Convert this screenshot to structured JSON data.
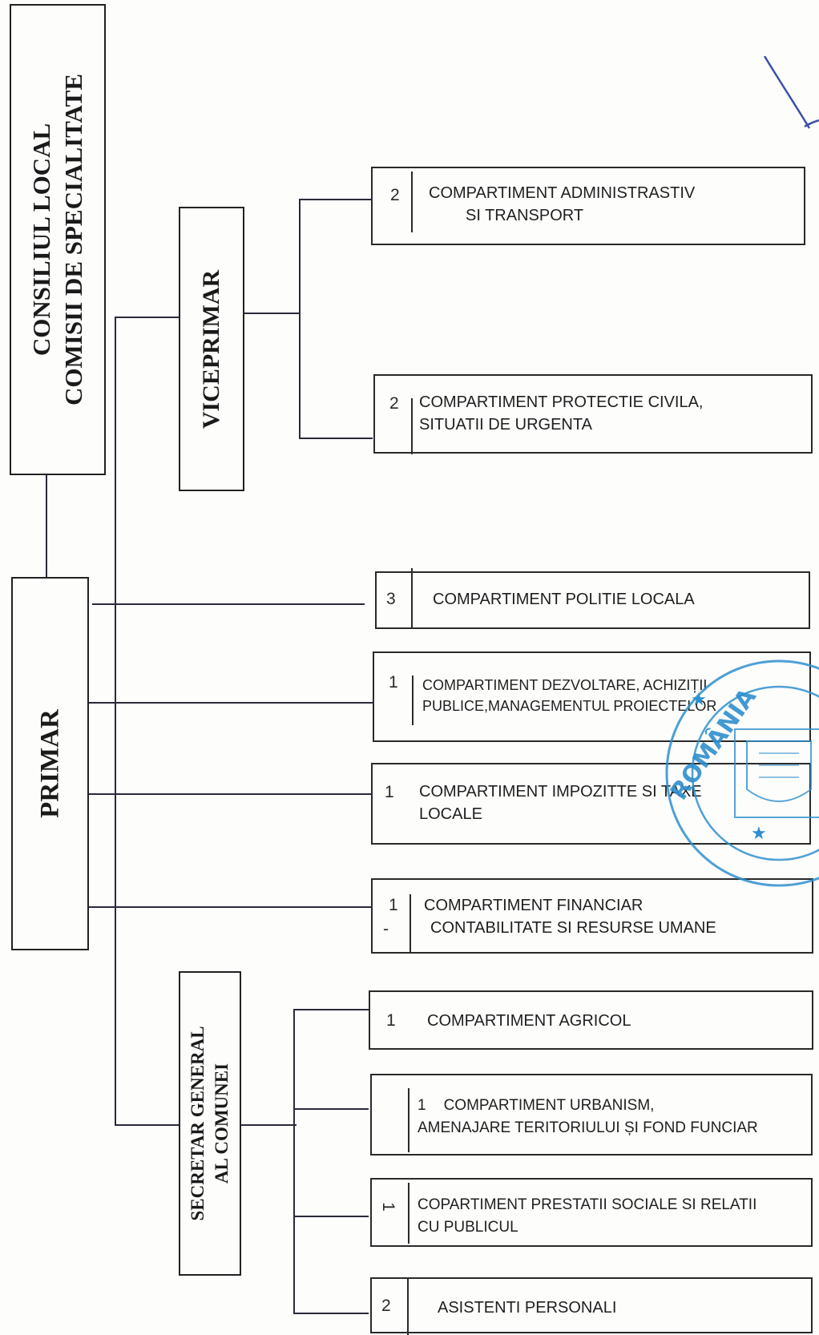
{
  "left": {
    "council": {
      "line1": "CONSILIUL LOCAL",
      "line2": "COMISII DE SPECIALITATE"
    },
    "mayor": "PRIMAR"
  },
  "vice_mayor": "VICEPRIMAR",
  "secretary": {
    "line1": "SECRETAR GENERAL",
    "line2": "AL COMUNEI"
  },
  "departments": [
    {
      "count": "2",
      "name_line1": "COMPARTIMENT ADMINISTRASTIV",
      "name_line2": "SI TRANSPORT"
    },
    {
      "count": "2",
      "name_line1": "COMPARTIMENT PROTECTIE CIVILA,",
      "name_line2": "SITUATII DE URGENTA"
    },
    {
      "count": "3",
      "name_line1": "COMPARTIMENT POLITIE LOCALA",
      "name_line2": ""
    },
    {
      "count": "1",
      "name_line1": "COMPARTIMENT DEZVOLTARE, ACHIZIȚII",
      "name_line2": "PUBLICE,MANAGEMENTUL PROIECTELOR"
    },
    {
      "count": "1",
      "name_line1": "COMPARTIMENT IMPOZITTE SI   TAXE",
      "name_line2": "LOCALE"
    },
    {
      "count": "1",
      "count2": "-",
      "name_line1": "COMPARTIMENT FINANCIAR",
      "name_line2": "CONTABILITATE SI RESURSE UMANE"
    },
    {
      "count": "1",
      "name_line1": "COMPARTIMENT  AGRICOL",
      "name_line2": ""
    },
    {
      "count": "1",
      "name_line1": "COMPARTIMENT URBANISM,",
      "name_line2": "AMENAJARE TERITORIULUI ȘI FOND FUNCIAR"
    },
    {
      "count": "1",
      "name_line1": "COPARTIMENT PRESTATII SOCIALE SI RELATII",
      "name_line2": "CU PUBLICUL"
    },
    {
      "count": "2",
      "name_line1": "ASISTENTI PERSONALI",
      "name_line2": ""
    }
  ],
  "stamp": {
    "text": "ROMÂNIA",
    "color": "#2f8fce"
  },
  "colors": {
    "lines": "#2a2a3a",
    "signature": "#3b4fa8"
  }
}
